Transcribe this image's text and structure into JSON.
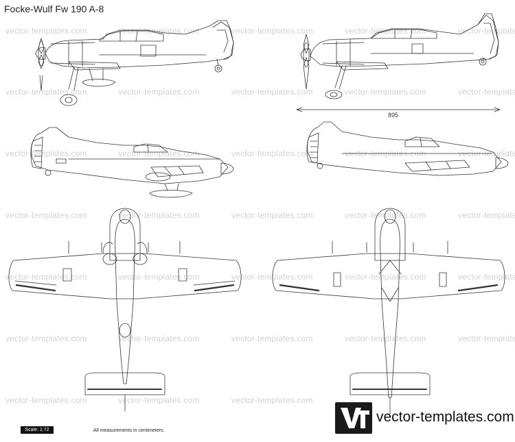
{
  "title": "Focke-Wulf Fw 190 A-8",
  "watermark_text": "vector-templates.com",
  "dimension": {
    "value": "895"
  },
  "scale": {
    "label": "Scale: 1:72"
  },
  "note": "All measurements in centimeters.",
  "brand": {
    "url": "vector-templates.com",
    "logo_icon": "vt-logo-icon"
  },
  "colors": {
    "line": "#333333",
    "watermark": "#d2d2d2",
    "logo_bg": "#1a1a1a"
  }
}
